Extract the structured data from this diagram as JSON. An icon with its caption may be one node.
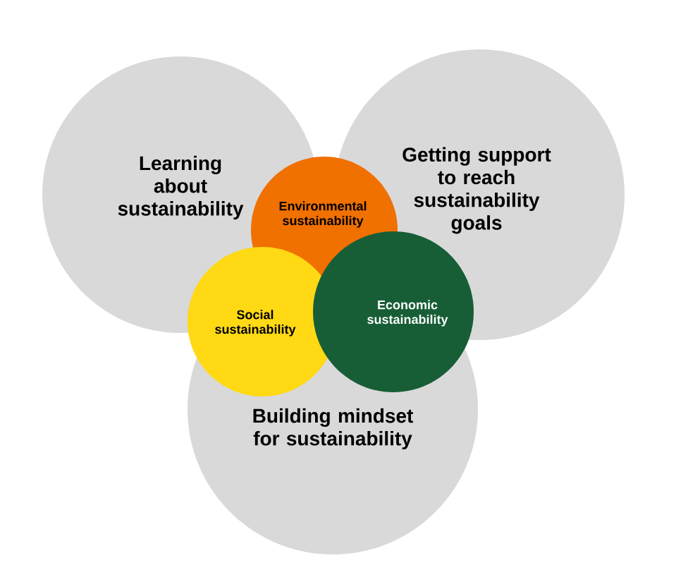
{
  "diagram": {
    "nodes": [
      {
        "text": [
          "Learning about sustainability"
        ]
      },
      {
        "text": [
          "Getting support to reach sustainability goals"
        ]
      },
      {
        "text": [
          "Building mindset for sustainability"
        ]
      },
      {
        "text": [
          "Environmental sustainability"
        ]
      },
      {
        "text": [
          "Social sustainability"
        ]
      },
      {
        "text": [
          "Economic sustainability"
        ]
      }
    ]
  }
}
